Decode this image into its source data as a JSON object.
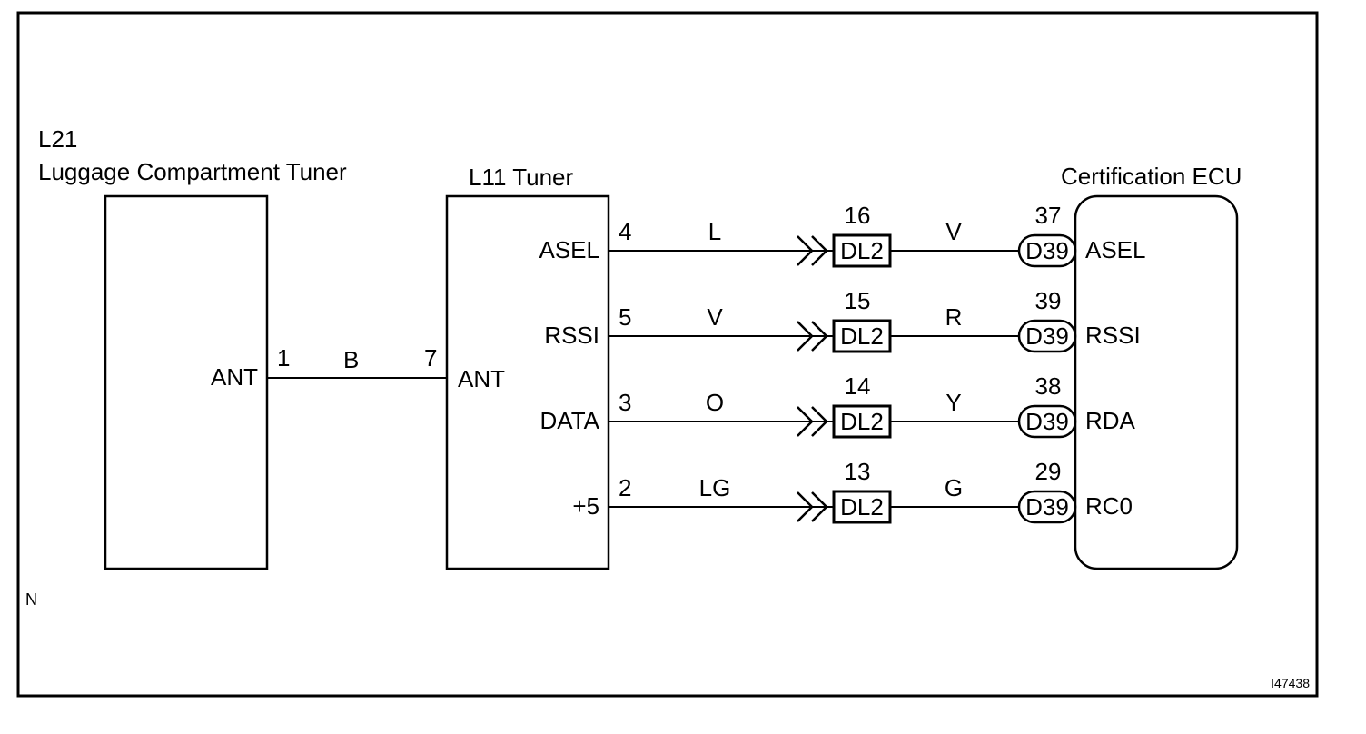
{
  "luggage_tuner": {
    "code": "L21",
    "name": "Luggage Compartment Tuner",
    "terminal": "ANT",
    "pin": "1"
  },
  "tuner": {
    "title": "L11 Tuner",
    "ant_terminal": "ANT",
    "ant_pin": "7"
  },
  "link_wire": {
    "color": "B"
  },
  "ecu": {
    "title": "Certification ECU"
  },
  "connectors": {
    "junction": "DL2",
    "ecu": "D39"
  },
  "circuits": [
    {
      "tuner_terminal": "ASEL",
      "tuner_pin": "4",
      "wire1": "L",
      "junction_pin": "16",
      "wire2": "V",
      "ecu_pin": "37",
      "ecu_terminal": "ASEL"
    },
    {
      "tuner_terminal": "RSSI",
      "tuner_pin": "5",
      "wire1": "V",
      "junction_pin": "15",
      "wire2": "R",
      "ecu_pin": "39",
      "ecu_terminal": "RSSI"
    },
    {
      "tuner_terminal": "DATA",
      "tuner_pin": "3",
      "wire1": "O",
      "junction_pin": "14",
      "wire2": "Y",
      "ecu_pin": "38",
      "ecu_terminal": "RDA"
    },
    {
      "tuner_terminal": "+5",
      "tuner_pin": "2",
      "wire1": "LG",
      "junction_pin": "13",
      "wire2": "G",
      "ecu_pin": "29",
      "ecu_terminal": "RC0"
    }
  ],
  "corner_mark": "N",
  "figure_id": "I47438"
}
